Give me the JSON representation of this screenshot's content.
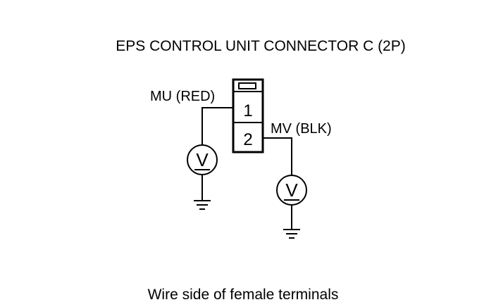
{
  "title": "EPS CONTROL UNIT CONNECTOR C (2P)",
  "caption": "Wire side of female terminals",
  "connector": {
    "pins": [
      {
        "number": "1",
        "wire_label": "MU (RED)"
      },
      {
        "number": "2",
        "wire_label": "MV (BLK)"
      }
    ]
  },
  "meters": [
    {
      "symbol": "V",
      "icon": "voltmeter-icon"
    },
    {
      "symbol": "V",
      "icon": "voltmeter-icon"
    }
  ],
  "grounds": [
    {
      "icon": "ground-icon"
    },
    {
      "icon": "ground-icon"
    }
  ]
}
